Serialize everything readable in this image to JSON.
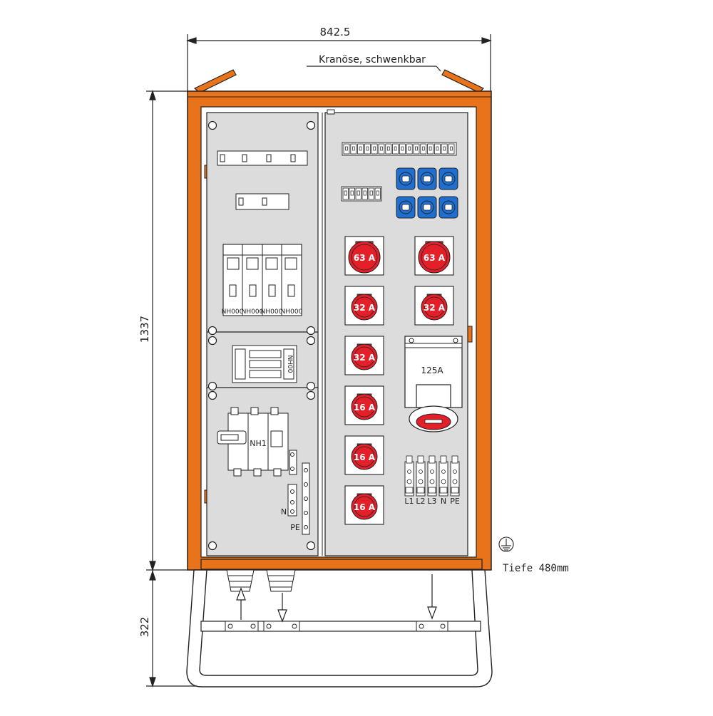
{
  "colors": {
    "orange": "#e8731a",
    "panel_gray": "#dcdcdc",
    "red": "#e3202a",
    "blue": "#1f6fd1",
    "outline": "#222222"
  },
  "dimensions": {
    "width": "842.5",
    "height": "1337",
    "base_height": "322",
    "crane_label": "Kranöse, schwenkbar",
    "depth_label": "Tiefe 480mm"
  },
  "left_panel": {
    "nh_fuse_labels": [
      "NH000",
      "NH000",
      "NH000",
      "NH000"
    ],
    "switch_label": "NH00",
    "main_switch_label": "NH1",
    "n_label": "N",
    "pe_label": "PE"
  },
  "sockets": {
    "left_column": [
      "63 A",
      "32 A",
      "32 A",
      "16 A",
      "16 A",
      "16 A"
    ],
    "right_column": [
      "63 A",
      "32 A"
    ],
    "large_socket": "125A"
  },
  "terminals": [
    "L1",
    "L2",
    "L3",
    "N",
    "PE"
  ],
  "schuko_count": 6,
  "icons": [
    "ground-symbol-icon",
    "arrow-up-icon",
    "arrow-down-icon"
  ]
}
